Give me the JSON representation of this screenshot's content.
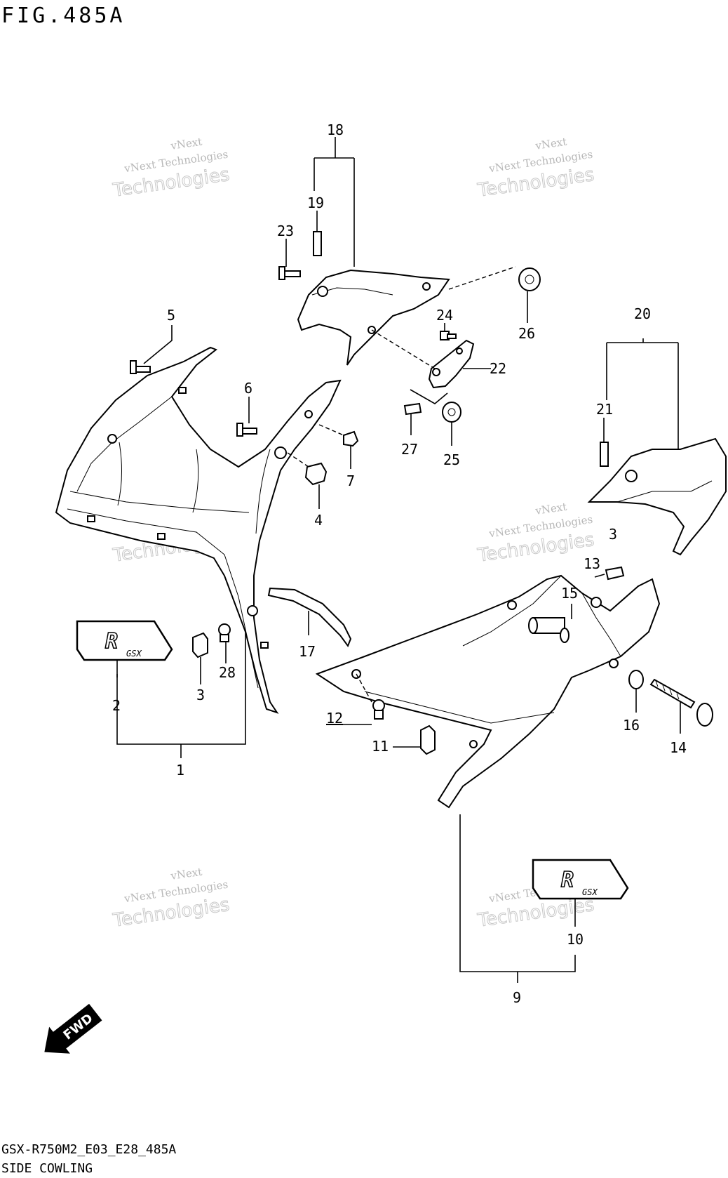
{
  "figure": {
    "title": "FIG.485A",
    "model_code": "GSX-R750M2_E03_E28_485A",
    "section_name": "SIDE COWLING"
  },
  "labels": {
    "l1": "1",
    "l2": "2",
    "l3": "3",
    "l3b": "3",
    "l4": "4",
    "l5": "5",
    "l6": "6",
    "l7": "7",
    "l9": "9",
    "l10": "10",
    "l11": "11",
    "l12": "12",
    "l13": "13",
    "l14": "14",
    "l15": "15",
    "l16": "16",
    "l17": "17",
    "l18": "18",
    "l19": "19",
    "l20": "20",
    "l21": "21",
    "l22": "22",
    "l23": "23",
    "l24": "24",
    "l25": "25",
    "l26": "26",
    "l27": "27",
    "l28": "28"
  },
  "fwd_arrow": "FWD",
  "watermark": {
    "top": "vNext",
    "middle": "vNext Technologies",
    "bottom": "Technologies"
  },
  "decal": {
    "letter": "R",
    "sub": "GSX"
  }
}
